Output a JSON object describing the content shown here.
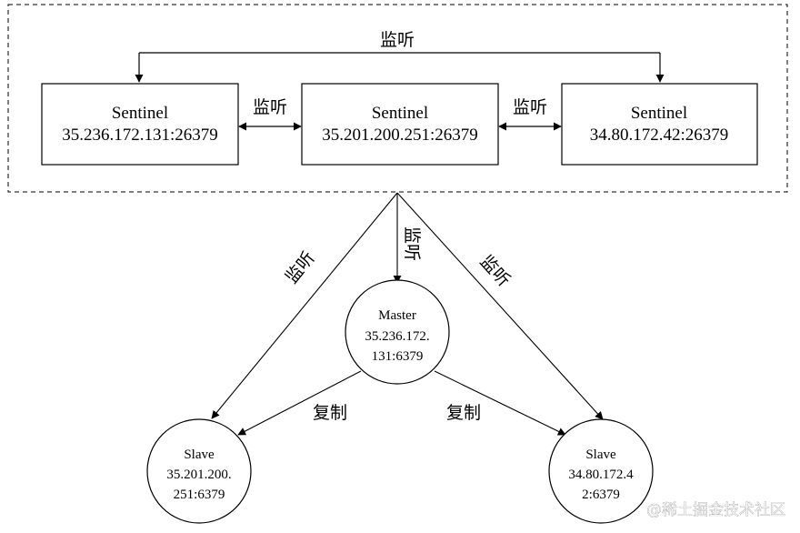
{
  "sentinels": [
    {
      "title": "Sentinel",
      "address": "35.236.172.131:26379"
    },
    {
      "title": "Sentinel",
      "address": "35.201.200.251:26379"
    },
    {
      "title": "Sentinel",
      "address": "34.80.172.42:26379"
    }
  ],
  "master": {
    "title": "Master",
    "address_line1": "35.236.172.",
    "address_line2": "131:6379"
  },
  "slaves": [
    {
      "title": "Slave",
      "address_line1": "35.201.200.",
      "address_line2": "251:6379"
    },
    {
      "title": "Slave",
      "address_line1": "34.80.172.4",
      "address_line2": "2:6379"
    }
  ],
  "edge_labels": {
    "monitor_top": "监听",
    "monitor_left_pair": "监听",
    "monitor_right_pair": "监听",
    "monitor_to_slave_left": "监听",
    "monitor_to_master": "监听",
    "monitor_to_slave_right": "监听",
    "replicate_left": "复制",
    "replicate_right": "复制"
  },
  "watermark": "@稀土掘金技术社区"
}
